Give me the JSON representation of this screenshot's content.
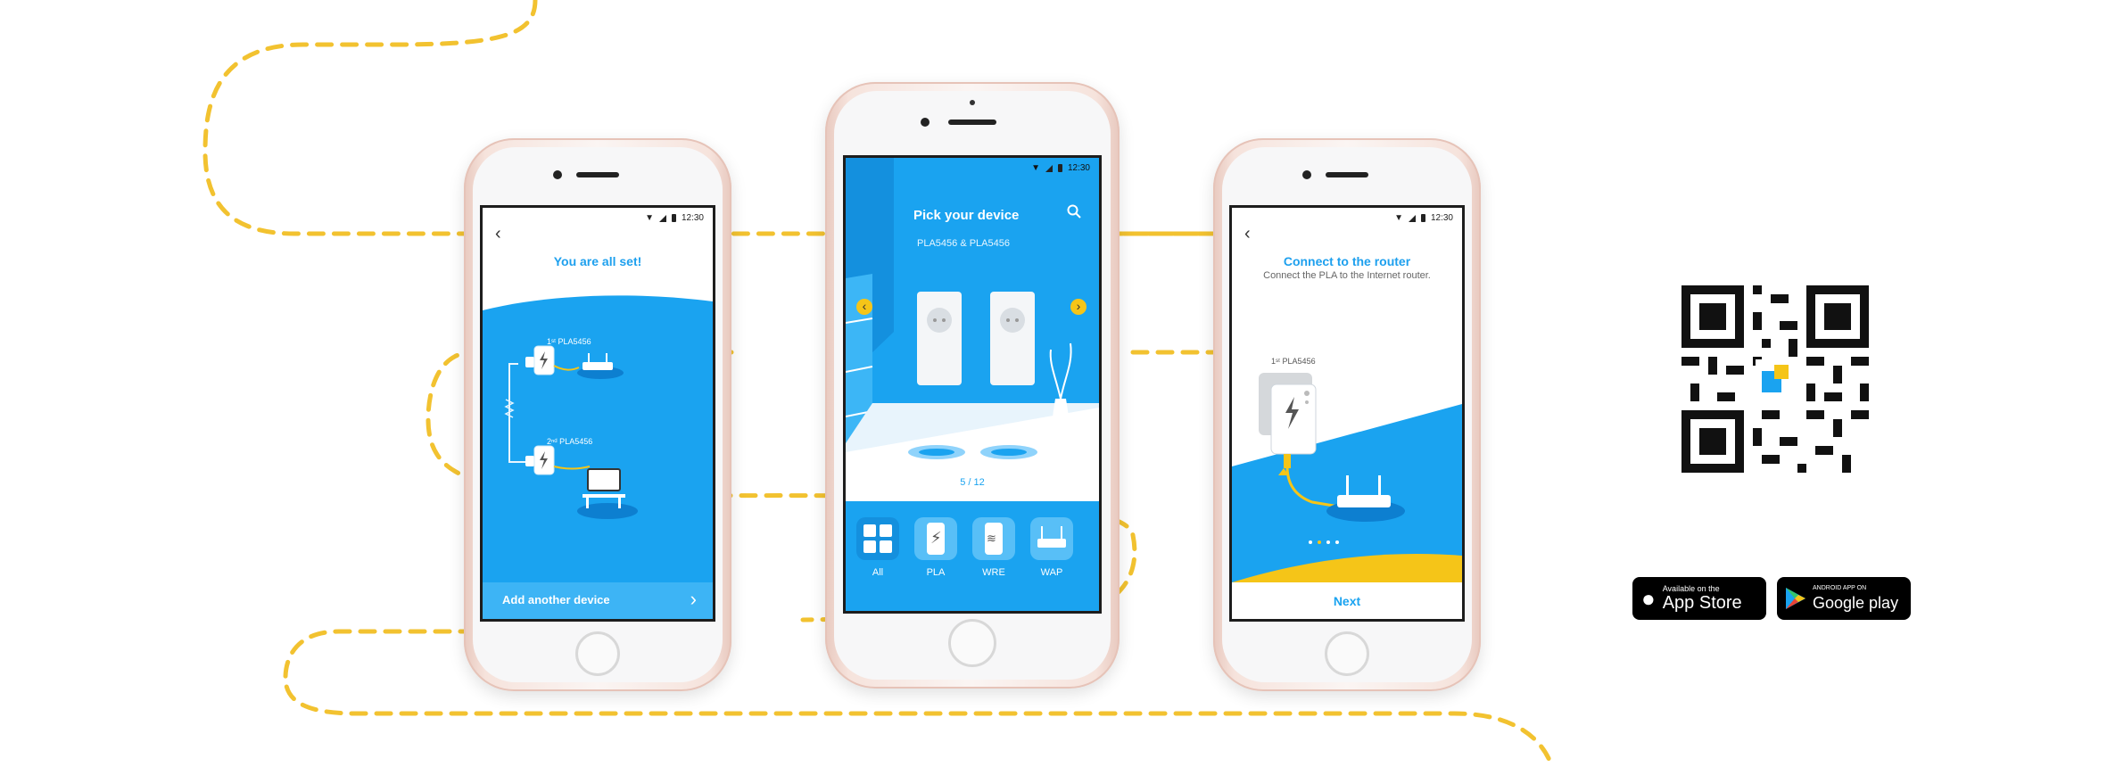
{
  "phone_left": {
    "status_time": "12:30",
    "title": "You are all set!",
    "device1_label": "1ˢᵗ PLA5456",
    "device2_label": "2ⁿᵈ PLA5456",
    "bottom_action": "Add another device"
  },
  "phone_center": {
    "status_time": "12:30",
    "title": "Pick your device",
    "subtitle": "PLA5456 & PLA5456",
    "pager": "5 / 12",
    "categories": [
      {
        "label": "All",
        "icon": "grid-icon"
      },
      {
        "label": "PLA",
        "icon": "powerline-icon"
      },
      {
        "label": "WRE",
        "icon": "extender-icon"
      },
      {
        "label": "WAP",
        "icon": "access-point-icon"
      }
    ]
  },
  "phone_right": {
    "status_time": "12:30",
    "title": "Connect to the router",
    "subtitle": "Connect the PLA to the Internet router.",
    "device_label": "1ˢᵗ PLA5456",
    "next_label": "Next"
  },
  "stores": {
    "apple_small": "Available on the",
    "apple_big": "App Store",
    "google_small": "ANDROID APP ON",
    "google_big": "Google play"
  },
  "colors": {
    "accent_blue": "#1aa3f0",
    "accent_yellow": "#f5c518",
    "path_dash": "#f2c230"
  }
}
